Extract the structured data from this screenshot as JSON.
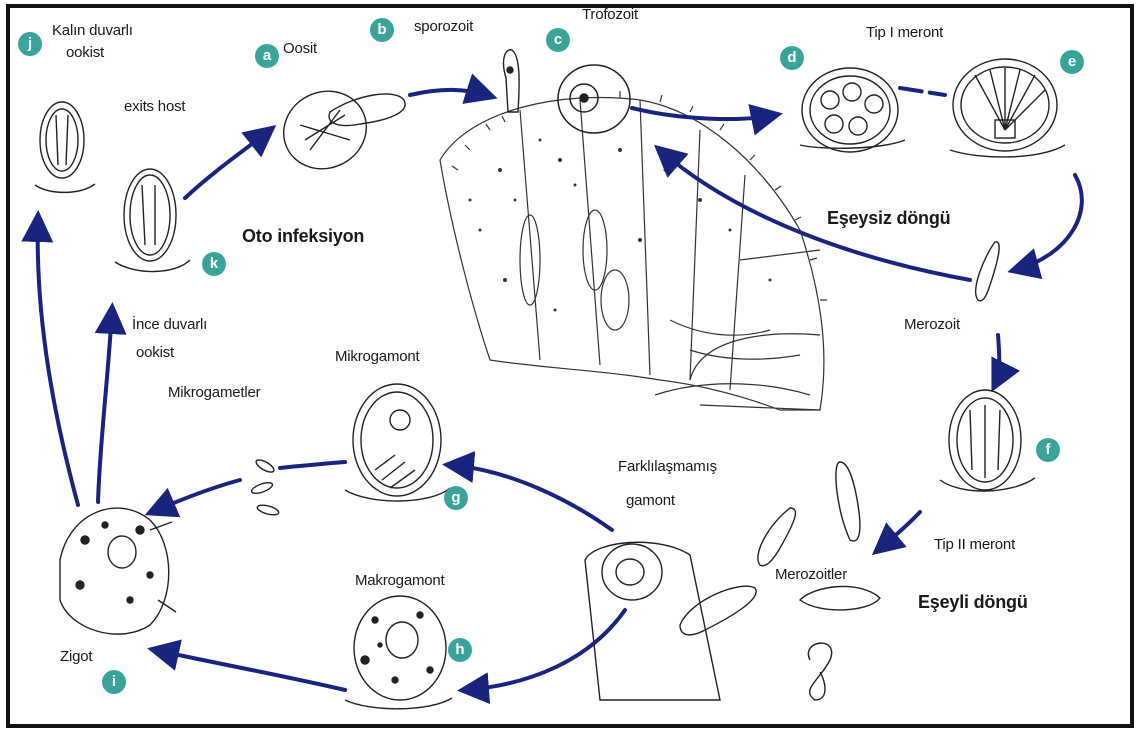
{
  "colors": {
    "arrow": "#1a237e",
    "badge": "#3aa39a",
    "ink": "#1a1a1a"
  },
  "badges": {
    "a": "a",
    "b": "b",
    "c": "c",
    "d": "d",
    "e": "e",
    "f": "f",
    "g": "g",
    "h": "h",
    "i": "i",
    "j": "j",
    "k": "k"
  },
  "labels": {
    "kalin_line1": "Kalın duvarlı",
    "kalin_line2": "ookist",
    "exits_host": "exits host",
    "oosit": "Oosit",
    "sporozoit": "sporozoit",
    "trofozoit": "Trofozoit",
    "tip1": "Tip I meront",
    "oto": "Oto infeksiyon",
    "esey_siz": "Eşeysiz döngü",
    "merozoit": "Merozoit",
    "ince_line1": "İnce duvarlı",
    "ince_line2": "ookist",
    "mikrogamont": "Mikrogamont",
    "mikrogametler": "Mikrogametler",
    "farkl_line1": "Farklılaşmamış",
    "farkl_line2": "gamont",
    "tip2": "Tip II meront",
    "merozoitler": "Merozoitler",
    "esey_li": "Eşeyli döngü",
    "makrogamont": "Makrogamont",
    "zigot": "Zigot"
  }
}
